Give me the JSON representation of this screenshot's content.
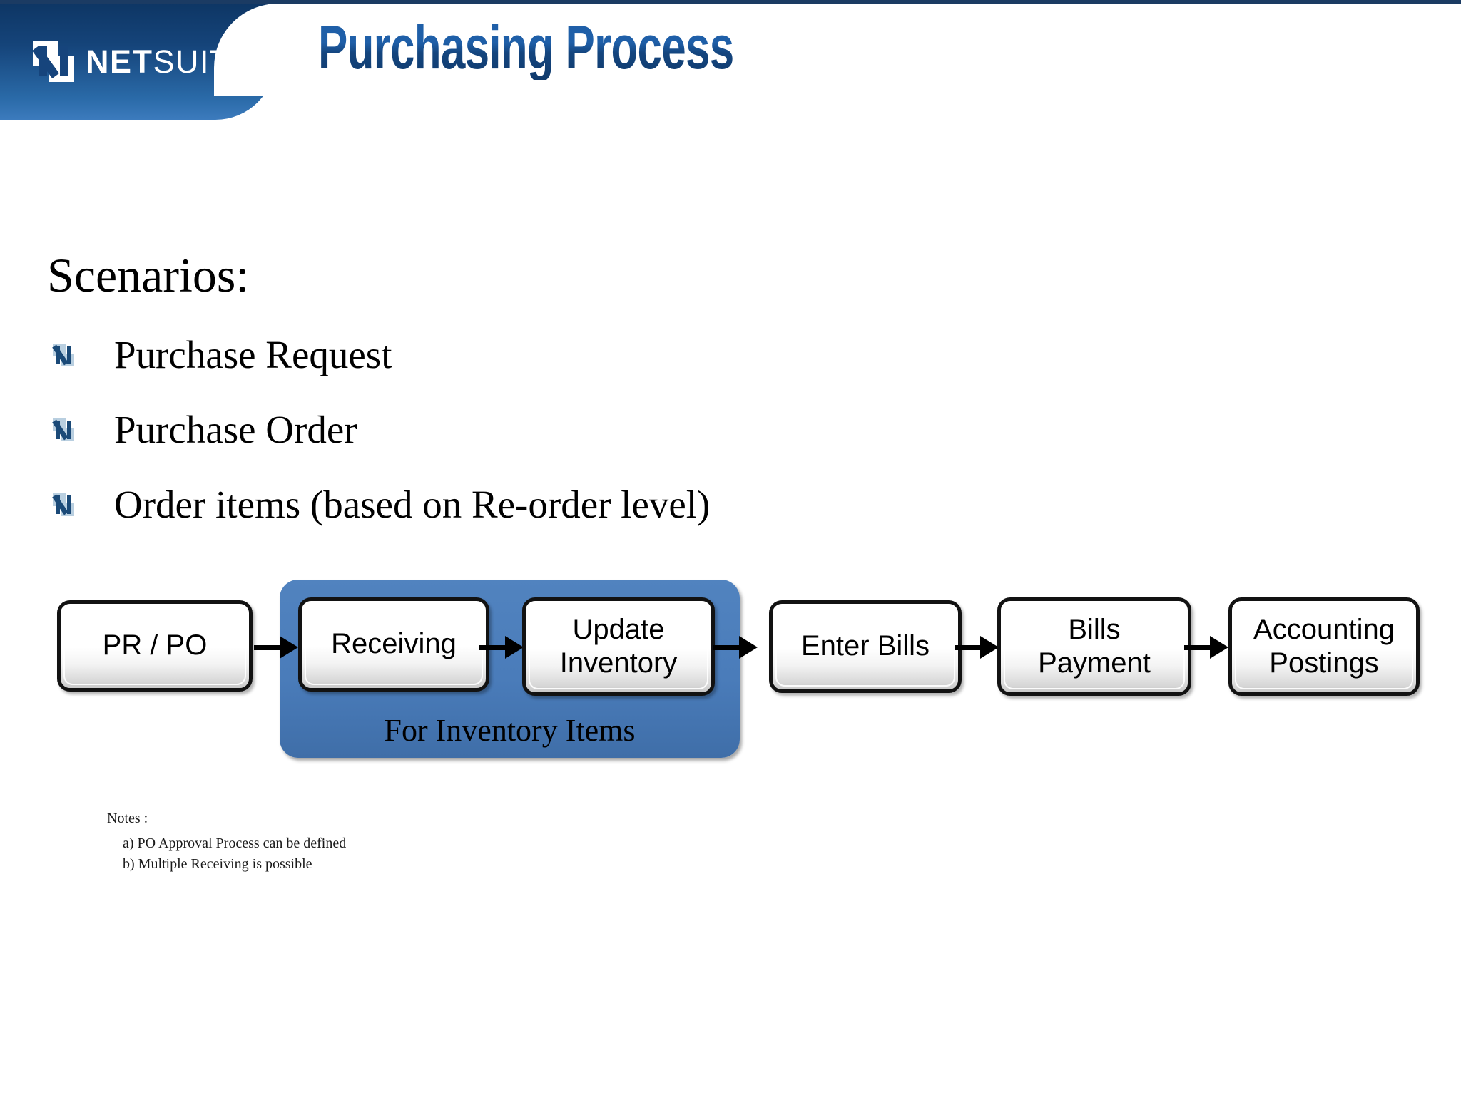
{
  "header": {
    "brand": {
      "logo_icon": "netsuite-n-logo-icon",
      "name_bold": "NET",
      "name_light": "SUITE"
    },
    "title": "Purchasing Process",
    "band_color": "#15447a",
    "title_color": "#1f5fa8"
  },
  "content": {
    "heading": "Scenarios:",
    "bullets": [
      {
        "icon": "netsuite-n-bullet-icon",
        "label": "Purchase Request"
      },
      {
        "icon": "netsuite-n-bullet-icon",
        "label": "Purchase Order"
      },
      {
        "icon": "netsuite-n-bullet-icon",
        "label": "Order items (based on Re-order level)"
      }
    ]
  },
  "flowchart": {
    "group": {
      "label": "For Inventory Items",
      "color": "#4a7cba",
      "member_indices": [
        1,
        2
      ]
    },
    "boxes": [
      {
        "label": "PR / PO"
      },
      {
        "label": "Receiving"
      },
      {
        "label": "Update\nInventory",
        "line1": "Update",
        "line2": "Inventory"
      },
      {
        "label": "Enter Bills"
      },
      {
        "label": "Bills\nPayment",
        "line1": "Bills",
        "line2": "Payment"
      },
      {
        "label": "Accounting\nPostings",
        "line1": "Accounting",
        "line2": "Postings"
      }
    ],
    "arrows": [
      {
        "icon": "arrow-right-icon",
        "from": "PR / PO",
        "to": "Receiving"
      },
      {
        "icon": "arrow-right-icon",
        "from": "Receiving",
        "to": "Update Inventory"
      },
      {
        "icon": "arrow-right-icon",
        "from": "Update Inventory",
        "to": "Enter Bills"
      },
      {
        "icon": "arrow-right-icon",
        "from": "Enter Bills",
        "to": "Bills Payment"
      },
      {
        "icon": "arrow-right-icon",
        "from": "Bills Payment",
        "to": "Accounting Postings"
      }
    ]
  },
  "notes": {
    "title": "Notes :",
    "items": [
      "a) PO Approval Process can be defined",
      "b) Multiple Receiving is possible"
    ]
  }
}
